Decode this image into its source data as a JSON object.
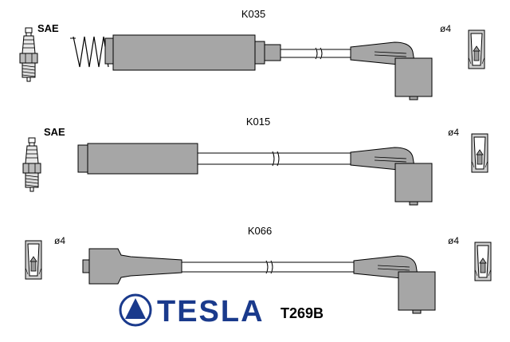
{
  "cables": [
    {
      "code": "K035",
      "plug_standard": "SAE",
      "terminal_size": "ø4"
    },
    {
      "code": "K015",
      "plug_standard": "SAE",
      "terminal_size": "ø4"
    },
    {
      "code": "K066",
      "terminal_left_size": "ø4",
      "terminal_size": "ø4"
    }
  ],
  "brand": {
    "name": "TESLA",
    "part_number": "T269B",
    "color": "#1a3a8c"
  }
}
